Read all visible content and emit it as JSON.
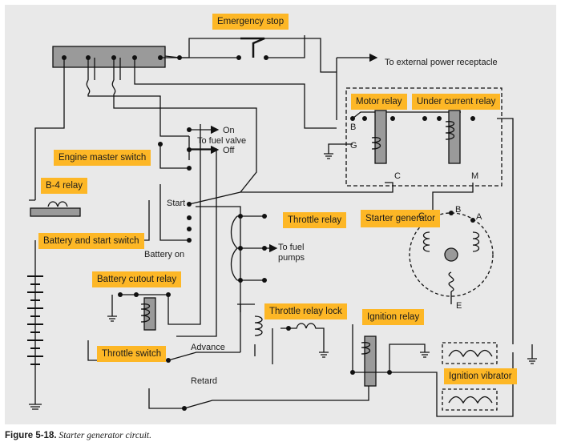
{
  "labels": {
    "emergency_stop": "Emergency stop",
    "engine_master_switch": "Engine master switch",
    "b4_relay": "B-4 relay",
    "battery_and_start_switch": "Battery and start switch",
    "battery_cutout_relay": "Battery cutout relay",
    "throttle_switch": "Throttle switch",
    "motor_relay": "Motor relay",
    "under_current_relay": "Under current relay",
    "throttle_relay": "Throttle relay",
    "starter_generator": "Starter generator",
    "throttle_relay_lock": "Throttle relay lock",
    "ignition_relay": "Ignition relay",
    "ignition_vibrator": "Ignition vibrator"
  },
  "annotations": {
    "to_external_power": "To external power receptacle",
    "on": "On",
    "to_fuel_valve": "To fuel valve",
    "off": "Off",
    "start": "Start",
    "battery_on": "Battery on",
    "to_fuel": "To fuel",
    "pumps": "pumps",
    "advance": "Advance",
    "retard": "Retard",
    "term_b": "B",
    "term_g": "G",
    "term_c": "C",
    "term_m": "M",
    "gen_c": "C",
    "gen_b": "B",
    "gen_a": "A",
    "gen_e": "E"
  },
  "caption": {
    "figure": "Figure 5-18.",
    "title": "Starter generator circuit."
  }
}
